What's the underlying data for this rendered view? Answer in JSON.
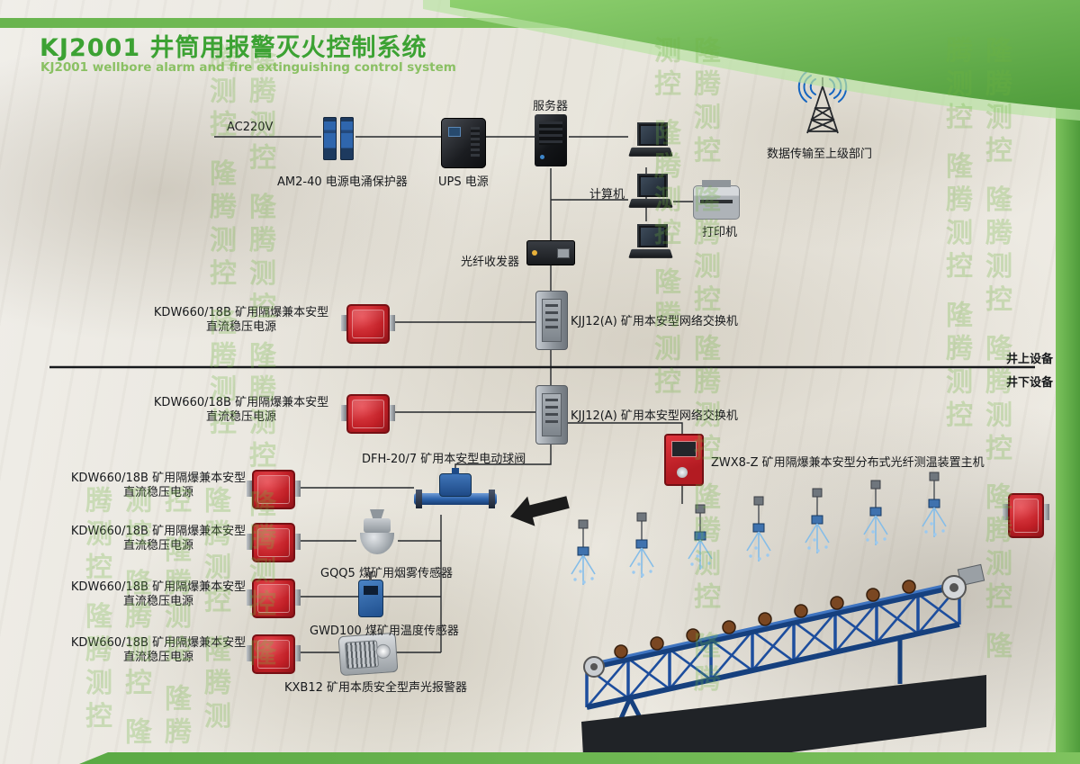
{
  "header": {
    "title": "KJ2001 井筒用报警灭火控制系统",
    "subtitle": "KJ2001 wellbore alarm and fire extinguishing control system"
  },
  "watermark": {
    "text": "隆腾测控",
    "column": "隆腾测控 隆腾测控 隆腾测控 隆腾测控 隆腾测控 隆腾测控 隆腾测控"
  },
  "divider": {
    "above_label": "井上设备",
    "below_label": "井下设备"
  },
  "labels": {
    "ac_power": "AC220V",
    "surge_protector": "AM2-40 电源电涌保护器",
    "ups": "UPS 电源",
    "server": "服务器",
    "data_upload": "数据传输至上级部门",
    "computer": "计算机",
    "printer": "打印机",
    "fiber_transceiver": "光纤收发器",
    "kdw_power_line1": "KDW660/18B 矿用隔爆兼本安型",
    "kdw_power_line2": "直流稳压电源",
    "network_switch": "KJJ12(A) 矿用本安型网络交换机",
    "ball_valve": "DFH-20/7 矿用本安型电动球阀",
    "fiber_temp_host": "ZWX8-Z 矿用隔爆兼本安型分布式光纤测温装置主机",
    "smoke_sensor": "GQQ5 煤矿用烟雾传感器",
    "temp_sensor": "GWD100 煤矿用温度传感器",
    "alarm": "KXB12 矿用本质安全型声光报警器"
  },
  "colors": {
    "brand_green": "#57a83c",
    "title_green": "#3ca233",
    "subtitle_green": "#8ac063",
    "device_red": "#c01f26",
    "device_blue": "#2f66ad",
    "conveyor_blue": "#1d4e9e",
    "spray_blue": "#85bde8",
    "line_black": "#25282c"
  },
  "icons": {
    "radio_tower": "lattice tower with radio waves",
    "server": "black tower case",
    "ups": "black UPS cabinet",
    "laptop": "open laptop",
    "printer": "desktop printer",
    "surge_protector": "two blue DIN modules",
    "fiber_transceiver": "black media converter",
    "dc_power_supply": "red flameproof power box",
    "network_switch": "grey mining switch",
    "ball_valve": "blue electric ball valve",
    "fiber_temp_host": "red fiber temperature host",
    "smoke_sensor": "grey smoke sensor dome",
    "temp_sensor": "blue temperature sensor",
    "alarm": "sound-light alarm box",
    "sprinkler": "spray nozzle with water",
    "conveyor": "inclined belt conveyor truss",
    "flow_arrow": "black arrow"
  }
}
